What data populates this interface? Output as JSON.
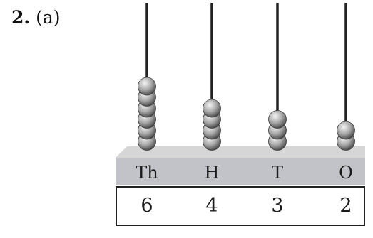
{
  "question": {
    "number": "2.",
    "part": "(a)"
  },
  "abacus": {
    "rods": [
      {
        "place": "Th",
        "beads": 6,
        "digit": "6"
      },
      {
        "place": "H",
        "beads": 4,
        "digit": "4"
      },
      {
        "place": "T",
        "beads": 3,
        "digit": "3"
      },
      {
        "place": "O",
        "beads": 2,
        "digit": "2"
      }
    ]
  },
  "colors": {
    "rod": "#222222",
    "bead_light": "#f4f4f4",
    "bead_dark": "#4a4a4a",
    "base_top": "#d6d6d6",
    "base_front": "#c2c3c9"
  }
}
